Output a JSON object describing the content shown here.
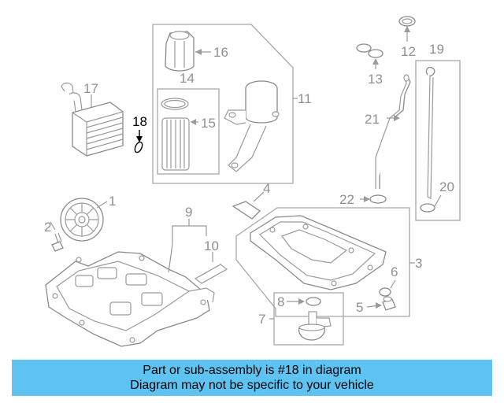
{
  "callouts": {
    "c1": "1",
    "c2": "2",
    "c3": "3",
    "c4": "4",
    "c5": "5",
    "c6": "6",
    "c7": "7",
    "c8": "8",
    "c9": "9",
    "c10": "10",
    "c11": "11",
    "c12": "12",
    "c13": "13",
    "c14": "14",
    "c15": "15",
    "c16": "16",
    "c17": "17",
    "c18": "18",
    "c19": "19",
    "c20": "20",
    "c21": "21",
    "c22": "22"
  },
  "highlighted_part": "18",
  "colors": {
    "banner_background": "#5fc3f2",
    "line_art": "#9a9a9a",
    "highlight": "#000000"
  },
  "banner": {
    "line1": "Part or sub-assembly is #18 in diagram",
    "line2": "Diagram may not be specific to your vehicle"
  }
}
